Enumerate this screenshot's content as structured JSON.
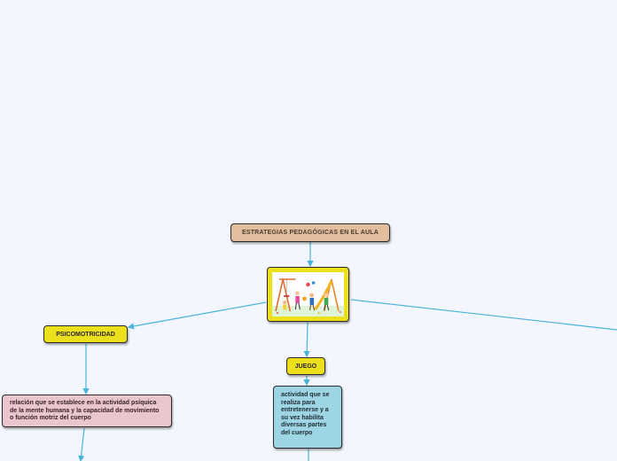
{
  "map": {
    "root": "ESTRATEGIAS PEDAGÓGICAS EN EL AULA",
    "image": {
      "name": "children-playground-illustration"
    },
    "psicomotricidad": {
      "label": "PSICOMOTRICIDAD",
      "description": "relación que se establece en la actividad psíquica de la mente humana y la capacidad de movimiento o función motriz del cuerpo"
    },
    "juego": {
      "label": "JUEGO",
      "description": "actividad que se realiza para entretenerse y a su vez habilita diversas partes del cuerpo"
    }
  },
  "colors": {
    "background": "#f3f6fe",
    "connector": "#4ab3d8",
    "root_fill": "#e2bd9e",
    "topic_fill": "#ecdf1c",
    "psico_desc_fill": "#e9c6cc",
    "juego_desc_fill": "#9dd5e4"
  }
}
